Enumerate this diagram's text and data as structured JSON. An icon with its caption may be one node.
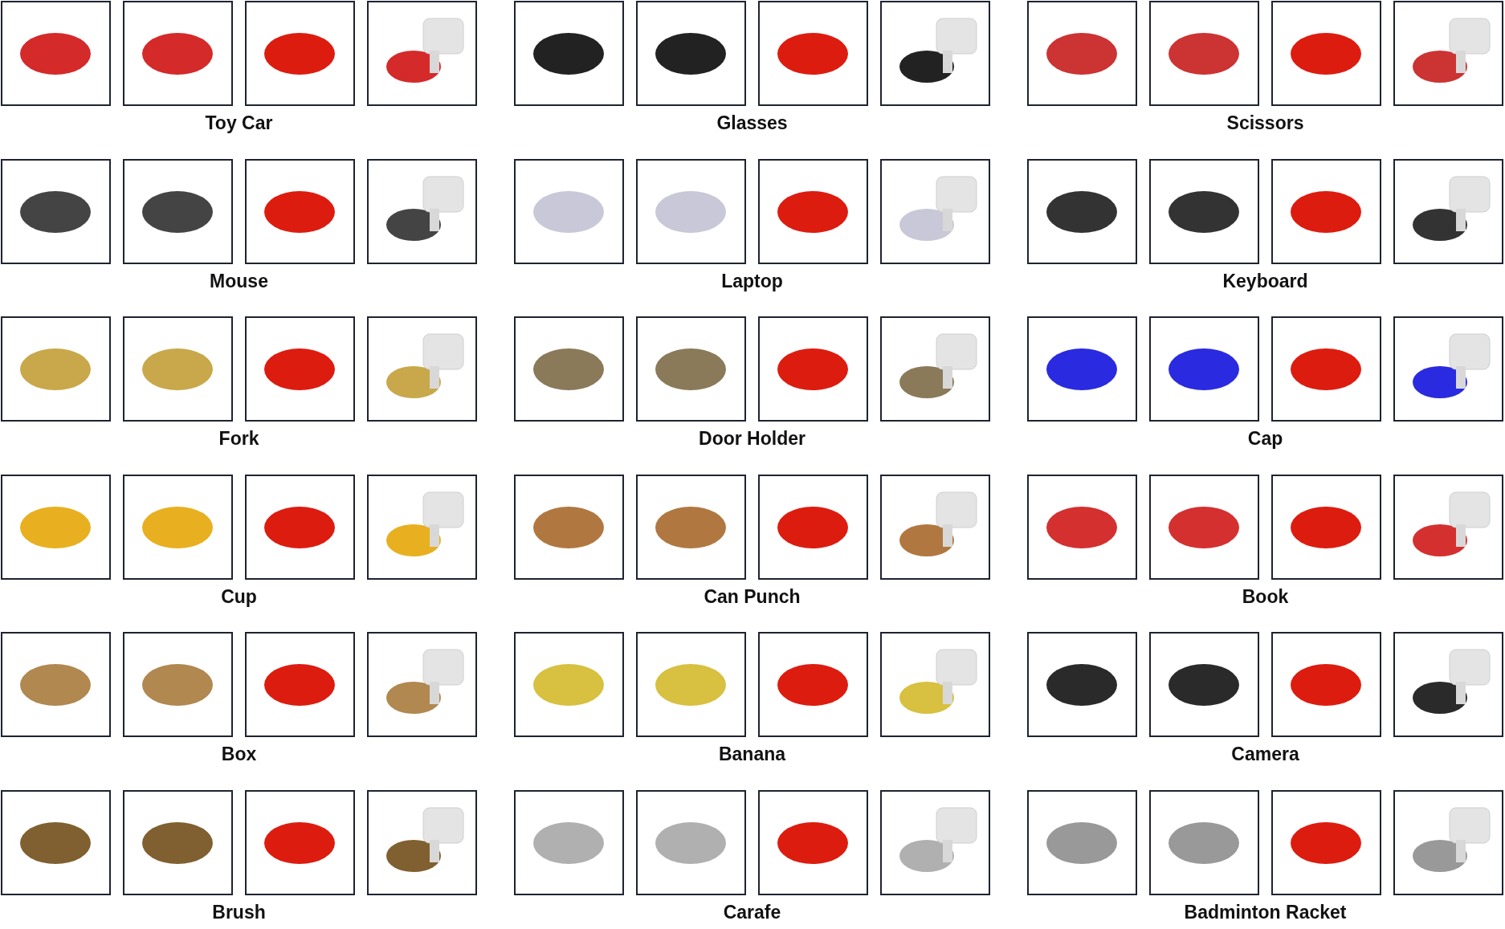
{
  "diagram": {
    "labels": [
      "Toy Car",
      "Glasses",
      "Scissors",
      "Mouse",
      "Laptop",
      "Keyboard",
      "Fork",
      "Door Holder",
      "Cap",
      "Cup",
      "Can Punch",
      "Book",
      "Box",
      "Banana",
      "Camera",
      "Brush",
      "Carafe",
      "Badminton Racket"
    ]
  }
}
